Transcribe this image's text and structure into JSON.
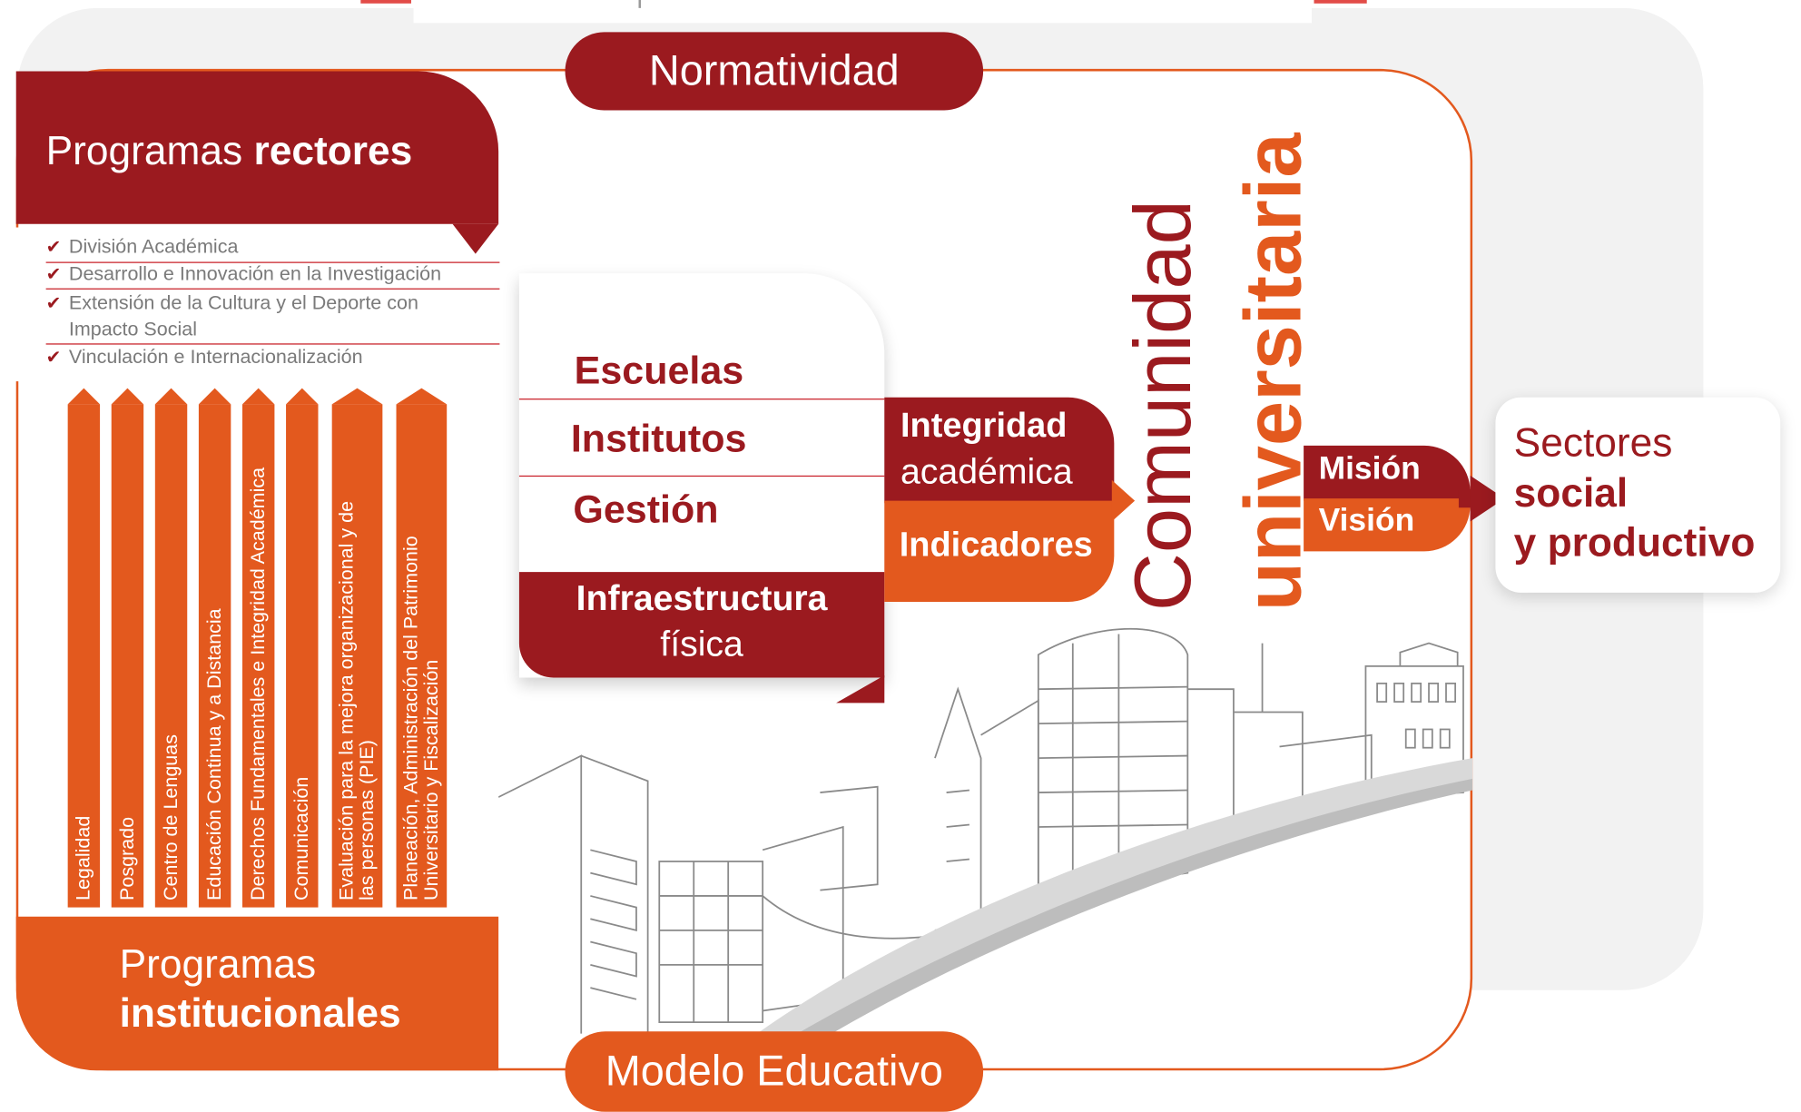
{
  "top_text": "Normatividad",
  "bottom_text": "Modelo Educativo",
  "rectores": {
    "title_normal": "Programas ",
    "title_bold": "rectores",
    "items": [
      "División Académica",
      "Desarrollo e Innovación en la Investigación",
      "Extensión de la Cultura y el Deporte con",
      "Impacto Social",
      "Vinculación e Internacionalización"
    ]
  },
  "institucionales": {
    "title_line1": "Programas",
    "title_line2": "institucionales",
    "columns": [
      [
        "Legalidad"
      ],
      [
        "Posgrado"
      ],
      [
        "Centro de Lenguas"
      ],
      [
        "Educación Continua y a Distancia"
      ],
      [
        "Derechos Fundamentales e Integridad Académica"
      ],
      [
        "Comunicación"
      ],
      [
        "Evaluación para la mejora organizacional y de",
        "las personas (PIE)"
      ],
      [
        "Planeación, Administración del Patrimonio",
        "Universitario y Fiscalización"
      ]
    ]
  },
  "center": {
    "escuelas": "Escuelas",
    "institutos": "Institutos",
    "gestion": "Gestión",
    "infra_line1": "Infraestructura",
    "infra_line2": "física"
  },
  "integridad": {
    "line1": "Integridad",
    "line2": "académica",
    "indicadores": "Indicadores"
  },
  "comunidad": {
    "line1": "Comunidad",
    "line2": "universitaria"
  },
  "mision": "Misión",
  "vision": "Visión",
  "sectores": {
    "line1": "Sectores",
    "line2": "social",
    "line3": "y productivo"
  },
  "colors": {
    "dark_red": "#9b1a1f",
    "orange": "#e3591e",
    "panel_gray": "#f2f2f2"
  }
}
